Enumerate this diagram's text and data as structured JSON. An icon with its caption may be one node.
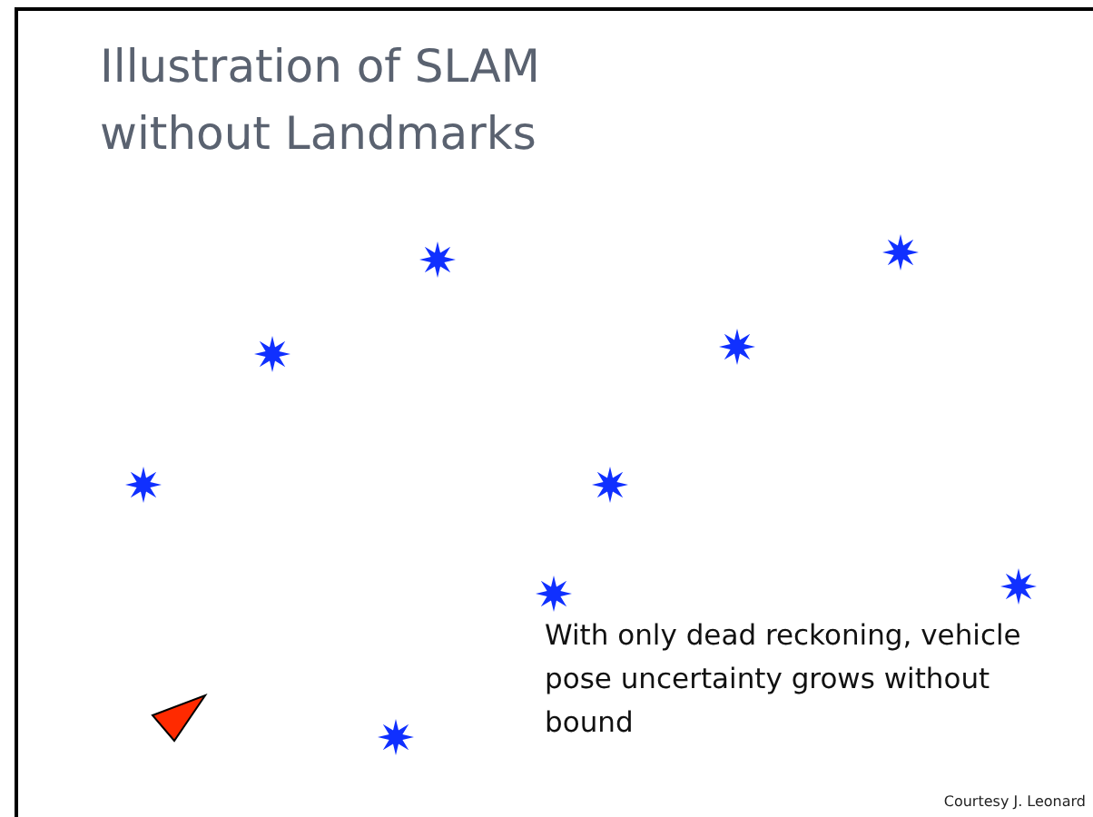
{
  "diagram": {
    "title": "Illustration of SLAM without Landmarks",
    "labels": [
      "With only dead reckoning, vehicle pose uncertainty grows without bound",
      "Courtesy J. Leonard"
    ]
  }
}
